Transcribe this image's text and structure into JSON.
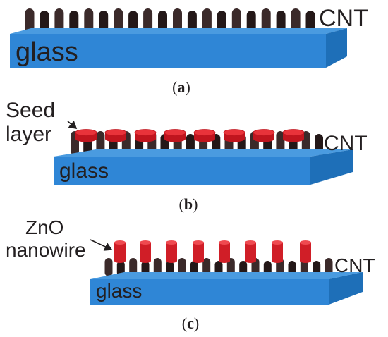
{
  "colors": {
    "glass_top": "#4a9be0",
    "glass_front": "#2f86d6",
    "glass_side": "#1e6fb8",
    "cnt": "#3b2a2a",
    "cnt_dark": "#241818",
    "seed_side": "#c0151e",
    "seed_top": "#e8333a",
    "zno_body": "#d01e27",
    "zno_top": "#ef4a50",
    "text": "#231f20"
  },
  "panels": [
    {
      "id": "a",
      "caption_open": "(",
      "caption_letter": "a",
      "caption_close": ")",
      "substrate_label": "glass",
      "tube_label": "CNT",
      "top_layer": "none",
      "callout": null
    },
    {
      "id": "b",
      "caption_open": "(",
      "caption_letter": "b",
      "caption_close": ")",
      "substrate_label": "glass",
      "tube_label": "CNT",
      "top_layer": "seed-layer",
      "callout": {
        "line1": "Seed",
        "line2": "layer"
      }
    },
    {
      "id": "c",
      "caption_open": "(",
      "caption_letter": "c",
      "caption_close": ")",
      "substrate_label": "glass",
      "tube_label": "CNT",
      "top_layer": "zno-nanowires",
      "callout": {
        "line1": "ZnO",
        "line2": "nanowire"
      }
    }
  ]
}
